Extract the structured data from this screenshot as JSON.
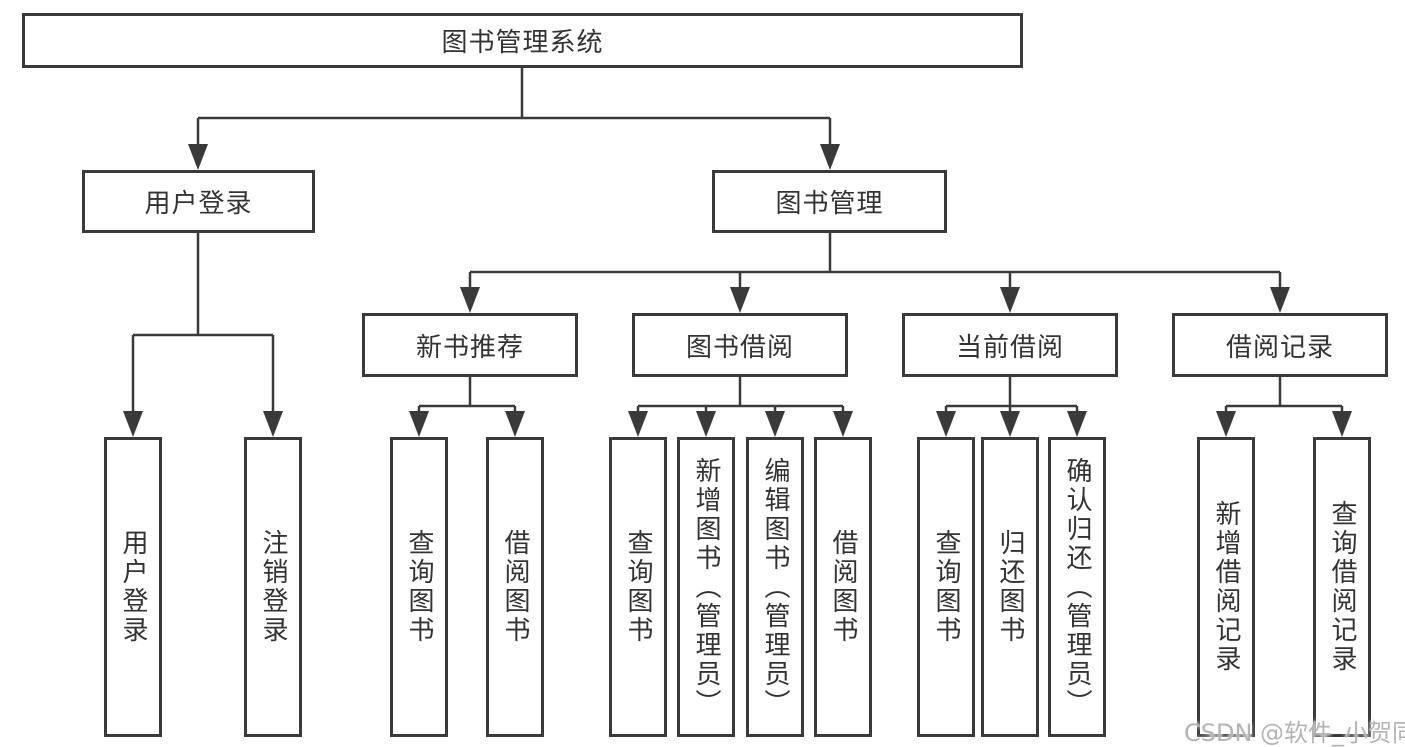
{
  "tree": {
    "root": {
      "label": "图书管理系统"
    },
    "branches": [
      {
        "label": "用户登录",
        "children": [
          {
            "label": "用户登录"
          },
          {
            "label": "注销登录"
          }
        ]
      },
      {
        "label": "图书管理",
        "children": [
          {
            "label": "新书推荐",
            "children": [
              {
                "label": "查询图书"
              },
              {
                "label": "借阅图书"
              }
            ]
          },
          {
            "label": "图书借阅",
            "children": [
              {
                "label": "查询图书"
              },
              {
                "label": "新增图书（管理员）"
              },
              {
                "label": "编辑图书（管理员）"
              },
              {
                "label": "借阅图书"
              }
            ]
          },
          {
            "label": "当前借阅",
            "children": [
              {
                "label": "查询图书"
              },
              {
                "label": "归还图书"
              },
              {
                "label": "确认归还（管理员）"
              }
            ]
          },
          {
            "label": "借阅记录",
            "children": [
              {
                "label": "新增借阅记录"
              },
              {
                "label": "查询借阅记录"
              }
            ]
          }
        ]
      }
    ]
  },
  "watermark": {
    "text": "CSDN @软件_小贺同学"
  },
  "colors": {
    "line": "#3a3a3a",
    "box_border": "#3a3a3a",
    "box_fill": "#ffffff",
    "text": "#333333",
    "watermark": "#b4b4b4",
    "background": "#ffffff"
  }
}
